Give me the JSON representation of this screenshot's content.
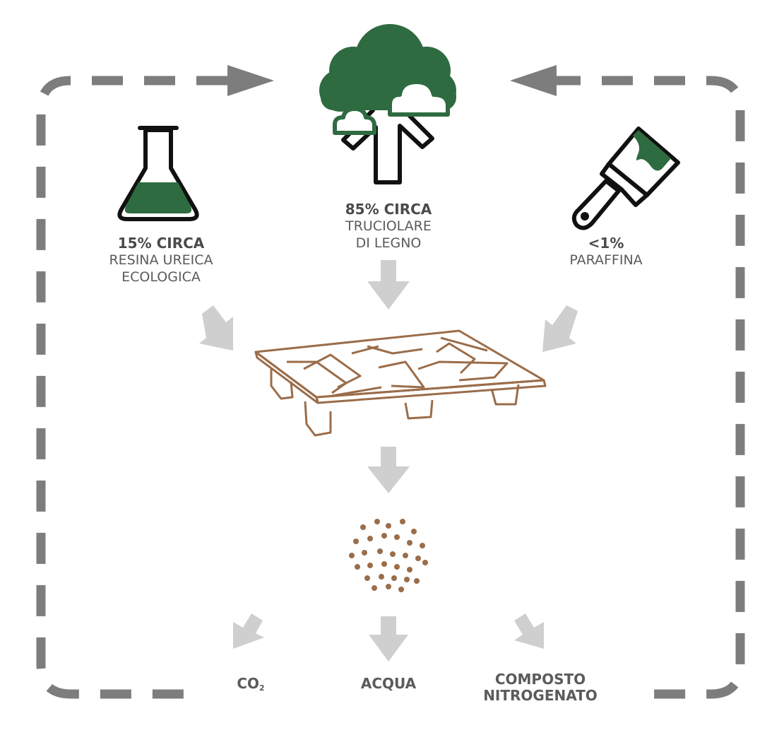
{
  "colors": {
    "loop": "#7d7d7d",
    "flow_arrow": "#cfcfcf",
    "tree_green": "#2f6b40",
    "outline": "#111111",
    "pallet_brown": "#9a6d4a",
    "text": "#5b5b5b"
  },
  "inputs": {
    "resin": {
      "percent": "15% CIRCA",
      "line1": "RESINA UREICA",
      "line2": "ECOLOGICA",
      "icon": "flask-icon"
    },
    "wood": {
      "percent": "85% CIRCA",
      "line1": "TRUCIOLARE",
      "line2": "DI LEGNO",
      "icon": "tree-icon"
    },
    "wax": {
      "percent": "<1%",
      "line1": "PARAFFINA",
      "icon": "paint-brush-icon"
    }
  },
  "product": {
    "icon": "pallet-icon"
  },
  "decomposition": {
    "icon": "particles-icon"
  },
  "outputs": {
    "co2": {
      "main": "CO",
      "sub": "2"
    },
    "water": {
      "label": "ACQUA"
    },
    "compost": {
      "line1": "COMPOSTO",
      "line2": "NITROGENATO"
    }
  }
}
